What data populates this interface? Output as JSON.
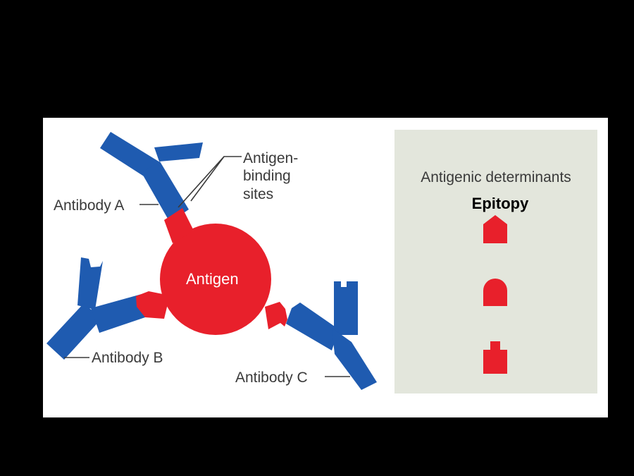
{
  "labels": {
    "antigen": "Antigen",
    "binding_sites": [
      "Antigen-",
      "binding",
      "sites"
    ],
    "antibody_a": "Antibody A",
    "antibody_b": "Antibody B",
    "antibody_c": "Antibody C"
  },
  "panel": {
    "title": "Antigenic determinants",
    "subtitle": "Epitopy"
  },
  "colors": {
    "antibody": "#1f5bb0",
    "antigen": "#e8202b",
    "panel_bg": "#e3e6dc",
    "background": "#000000"
  }
}
